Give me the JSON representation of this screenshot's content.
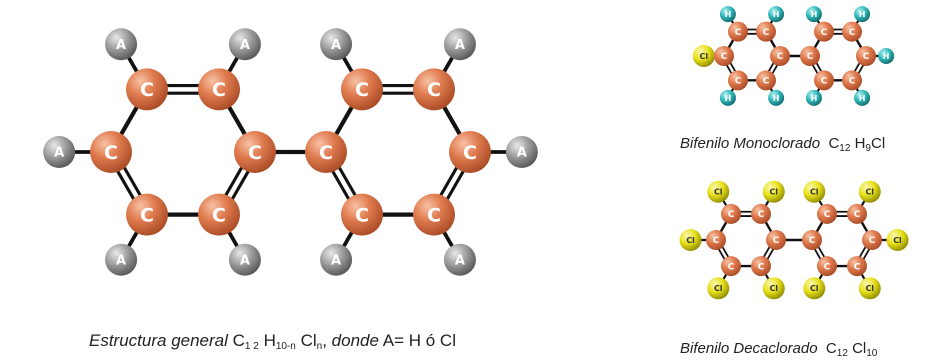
{
  "diagrams": {
    "general": {
      "carbon_label": "C",
      "substituent_label": "A",
      "caption": {
        "prefix": "Estructura general",
        "formula_c": "C",
        "formula_c_sub": "1 2",
        "formula_h": "H",
        "formula_h_sub": "10-n",
        "formula_cl": "Cl",
        "formula_cl_sub": "n",
        "middle": "donde",
        "suffix": "A= H ó Cl"
      }
    },
    "monochloro": {
      "carbon_label": "C",
      "hydrogen_label": "H",
      "chlorine_label": "Cl",
      "caption": {
        "name": "Bifenilo Monoclorado",
        "formula_c": "C",
        "formula_c_sub": "12",
        "formula_h": "H",
        "formula_h_sub": "9",
        "formula_cl": "Cl"
      }
    },
    "decachloro": {
      "carbon_label": "C",
      "chlorine_label": "Cl",
      "caption": {
        "name": "Bifenilo Decaclorado",
        "formula_c": "C",
        "formula_c_sub": "12",
        "formula_cl": "Cl",
        "formula_cl_sub": "10"
      }
    }
  },
  "colors": {
    "carbon": "#e07b4f",
    "substituent": "#9a9a9a",
    "hydrogen": "#2fb7b8",
    "chlorine": "#e6e01a",
    "bond": "#111111"
  }
}
